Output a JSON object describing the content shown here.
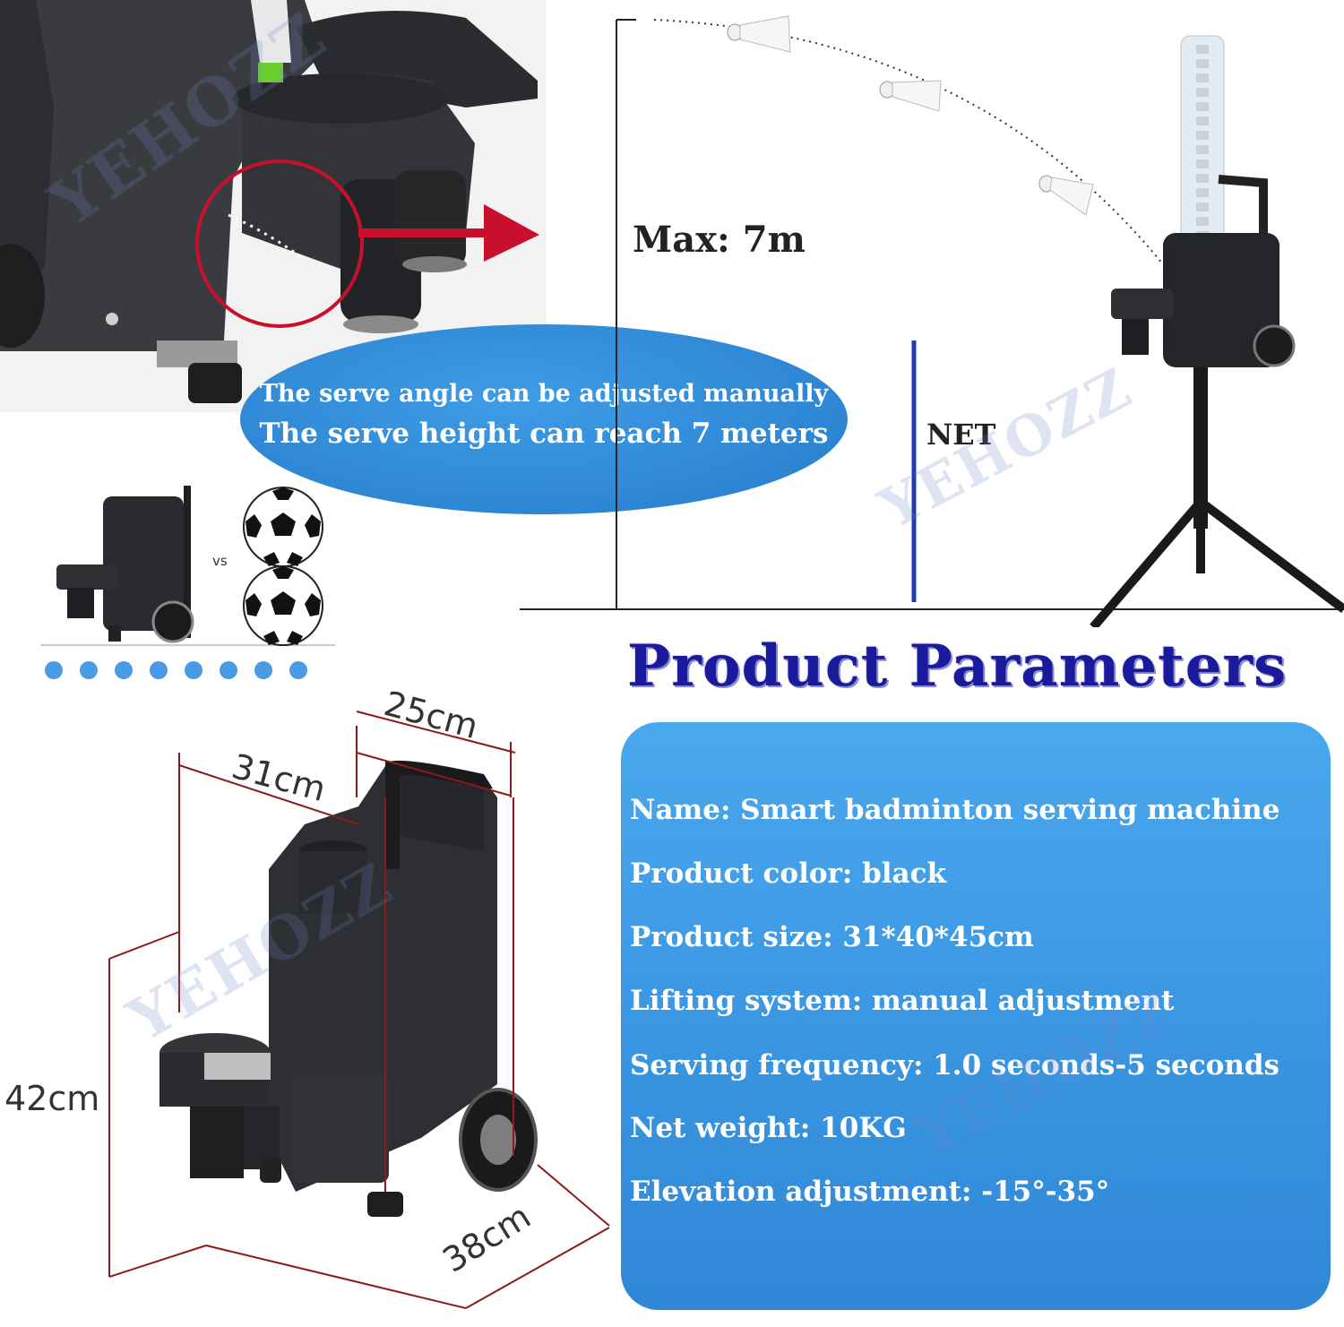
{
  "watermark": "YEHOZZ",
  "height_label": "Max: 7m",
  "net_label": "NET",
  "vs_label": "vs",
  "oval": {
    "line1": "The serve angle can be adjusted manually",
    "line2": "The serve height can reach 7 meters"
  },
  "params_title": "Product Parameters",
  "params": [
    "Name: Smart badminton serving machine",
    "Product color: black",
    "Product size: 31*40*45cm",
    "Lifting system: manual adjustment",
    "Serving frequency: 1.0 seconds-5 seconds",
    "Net weight: 10KG",
    "Elevation adjustment: -15°-35°"
  ],
  "dimensions": {
    "top": "25cm",
    "depth": "31cm",
    "height": "42cm",
    "bottom": "38cm"
  },
  "colors": {
    "oval_blue": "#2d86d3",
    "panel_blue": "#3b97e2",
    "title_blue": "#1a1a9c",
    "net_blue": "#1f3fa8",
    "arrow_red": "#c8102e",
    "dimension_red": "#8b1a1a"
  }
}
